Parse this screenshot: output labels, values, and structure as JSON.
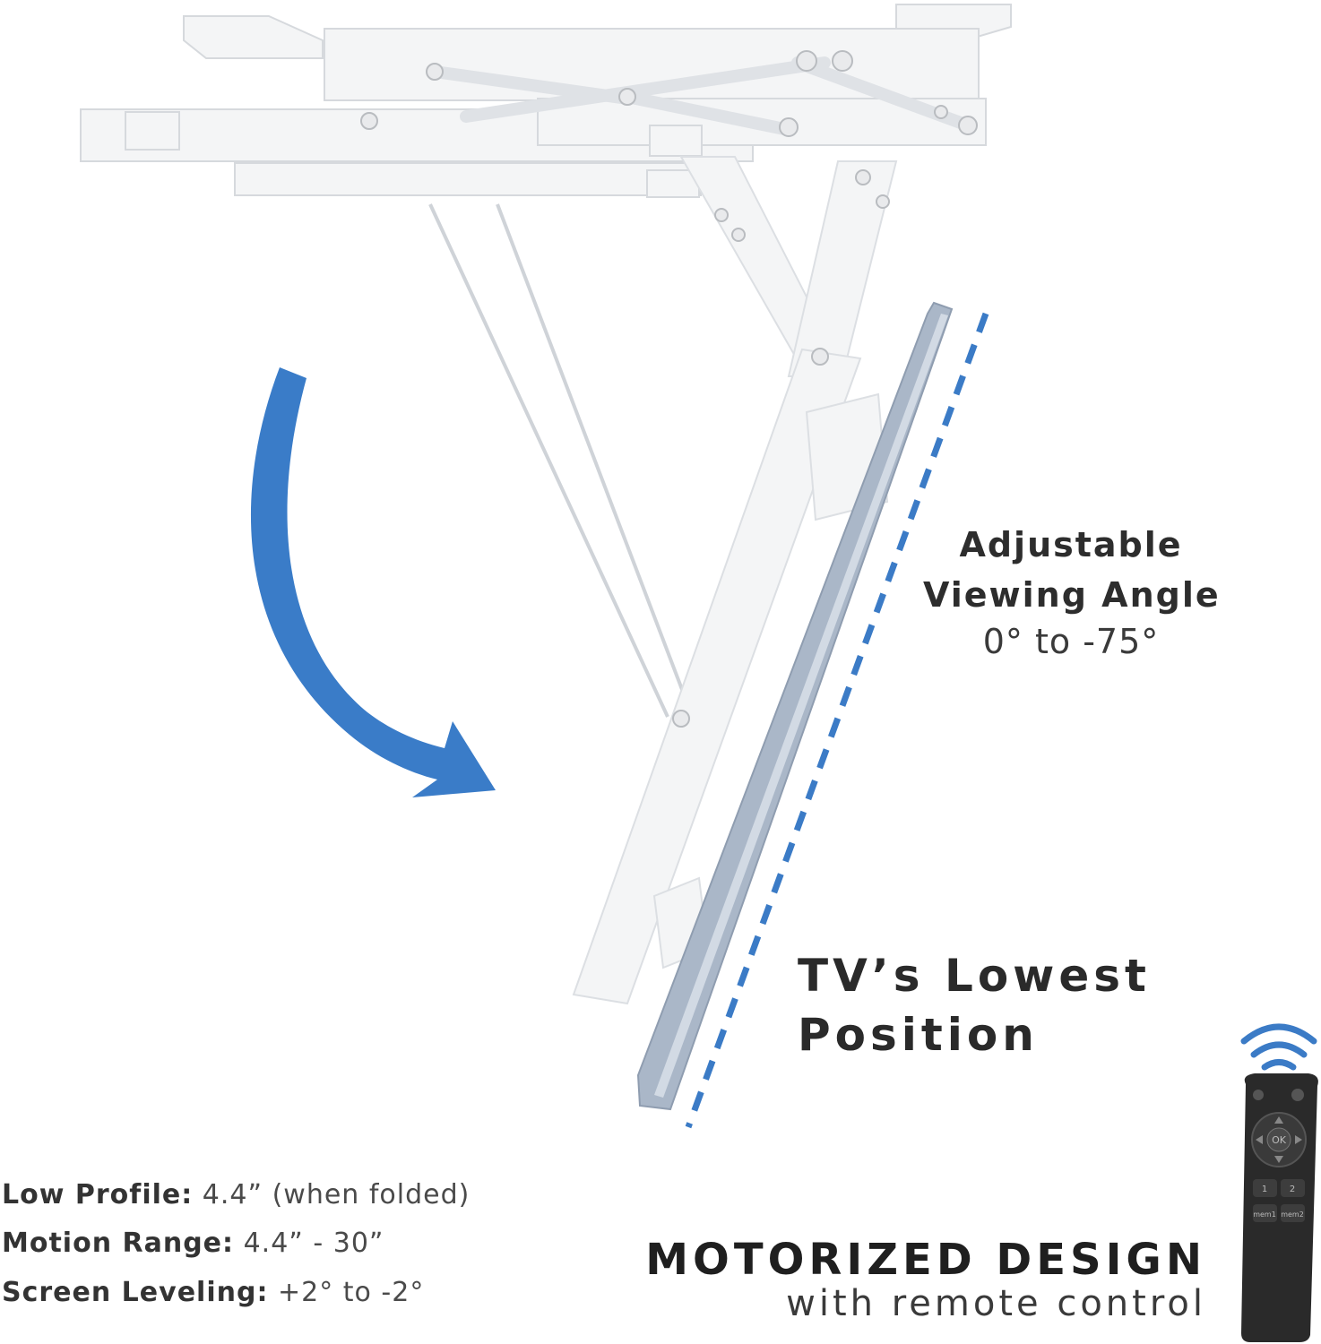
{
  "colors": {
    "arrow": "#3a7cc8",
    "dashed_line": "#3b7bc6",
    "mount": "#f4f5f6",
    "mount_edge": "#d6d9dd",
    "tv_panel": "#aab7c8",
    "remote": "#2a2a2a",
    "wifi": "#3b7bc6"
  },
  "icons": [
    "curved-arrow-icon",
    "wifi-signal-icon",
    "remote-control-icon"
  ],
  "viewing_angle": {
    "line1": "Adjustable",
    "line2": "Viewing Angle",
    "range": "0° to -75°"
  },
  "lowest_position": {
    "line1": "TV’s Lowest",
    "line2": "Position"
  },
  "specs": [
    {
      "label": "Low Profile:",
      "value": "4.4” (when folded)"
    },
    {
      "label": "Motion Range:",
      "value": "4.4” - 30”"
    },
    {
      "label": "Screen Leveling:",
      "value": "+2° to -2°"
    }
  ],
  "motorized": {
    "title": "MOTORIZED DESIGN",
    "subtitle": "with remote control"
  },
  "remote": {
    "ok_label": "OK",
    "btn1": "1",
    "btn2": "2",
    "mem1": "mem1",
    "mem2": "mem2"
  }
}
